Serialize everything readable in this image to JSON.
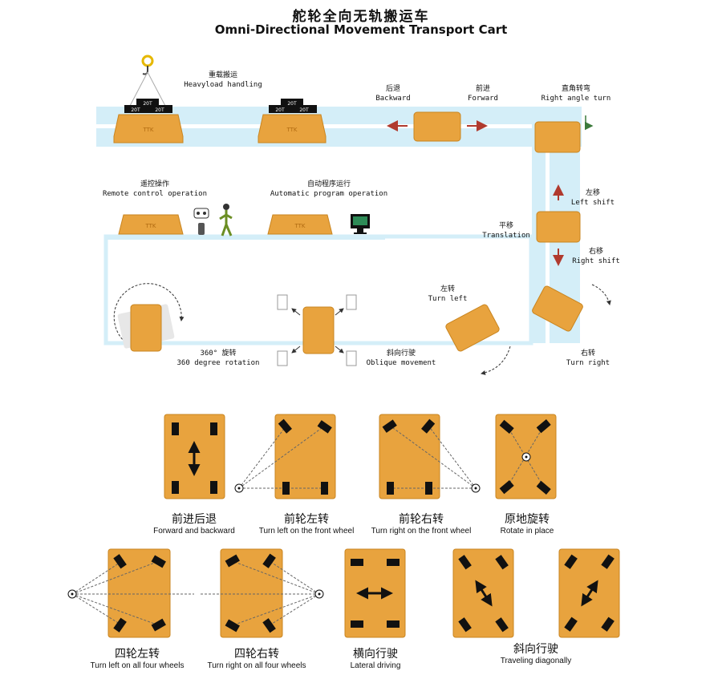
{
  "title": {
    "cn": "舵轮全向无轨搬运车",
    "en": "Omni-Directional Movement Transport Cart"
  },
  "top_labels": {
    "heavyload": {
      "cn": "重载搬运",
      "en": "Heavyload handling"
    },
    "backward": {
      "cn": "后退",
      "en": "Backward"
    },
    "forward": {
      "cn": "前进",
      "en": "Forward"
    },
    "right_angle": {
      "cn": "直角转弯",
      "en": "Right angle turn"
    },
    "remote": {
      "cn": "遥控操作",
      "en": "Remote control operation"
    },
    "auto": {
      "cn": "自动程序运行",
      "en": "Automatic program operation"
    },
    "left_shift": {
      "cn": "左移",
      "en": "Left shift"
    },
    "translation": {
      "cn": "平移",
      "en": "Translation"
    },
    "right_shift": {
      "cn": "右移",
      "en": "Right shift"
    },
    "turn_left": {
      "cn": "左转",
      "en": "Turn left"
    },
    "turn_right": {
      "cn": "右转",
      "en": "Turn right"
    },
    "rotation": {
      "cn": "360° 旋转",
      "en": "360 degree rotation"
    },
    "oblique": {
      "cn": "斜向行驶",
      "en": "Oblique movement"
    }
  },
  "load_marks": {
    "top": "20T",
    "left": "20T",
    "right": "20T"
  },
  "cart_brand": "TTK",
  "modes": {
    "forward_backward": {
      "cn": "前进后退",
      "en": "Forward and backward"
    },
    "front_left": {
      "cn": "前轮左转",
      "en": "Turn left on the front wheel"
    },
    "front_right": {
      "cn": "前轮右转",
      "en": "Turn right on the front wheel"
    },
    "rotate_place": {
      "cn": "原地旋转",
      "en": "Rotate in place"
    },
    "four_left": {
      "cn": "四轮左转",
      "en": "Turn left on all four wheels"
    },
    "four_right": {
      "cn": "四轮右转",
      "en": "Turn right on all four wheels"
    },
    "lateral": {
      "cn": "横向行驶",
      "en": "Lateral driving"
    },
    "diagonal": {
      "cn": "斜向行驶",
      "en": "Traveling diagonally"
    }
  },
  "colors": {
    "cart": "#E8A33E",
    "cart_dark": "#C98520",
    "track": "#D4EEF8",
    "wheel": "#111111",
    "arrow_red": "#B03A2E",
    "arrow_green": "#3B7A3B"
  }
}
